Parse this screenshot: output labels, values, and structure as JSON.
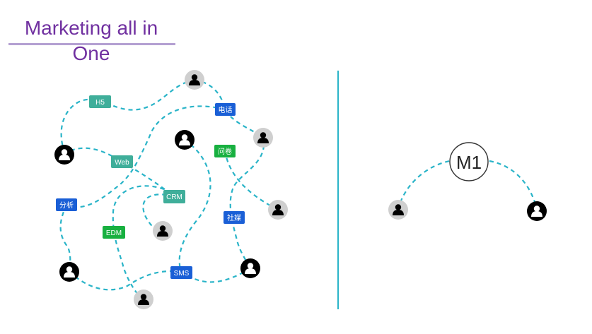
{
  "title": {
    "line1": "Marketing all in",
    "line2": "One"
  },
  "colors": {
    "title": "#7030a0",
    "underline": "#b4a0d2",
    "connector": "#2ab4c8",
    "divider": "#2ab4c8",
    "tag_teal": "#3fae9a",
    "tag_blue": "#1a5fd6",
    "tag_green": "#18b040",
    "node_light": "#cfcfcf",
    "node_dark": "#000000"
  },
  "tags": {
    "h5": "H5",
    "phone": "电话",
    "web": "Web",
    "survey": "问卷",
    "crm": "CRM",
    "analysis": "分析",
    "social": "社媒",
    "edm": "EDM",
    "sms": "SMS"
  },
  "hub": {
    "label": "M1"
  }
}
